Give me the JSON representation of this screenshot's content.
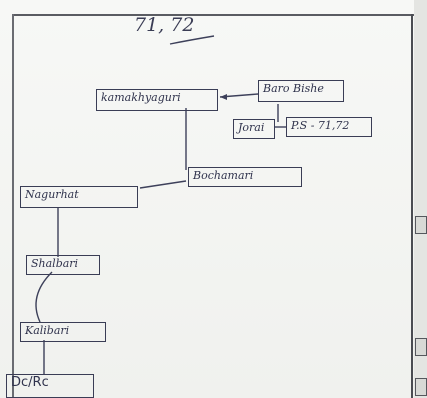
{
  "header": {
    "title": "71, 72"
  },
  "nodes": {
    "baro_bishe": "Baro Bishe",
    "kamakhyaguri": "kamakhyaguri",
    "jorai": "Jorai",
    "ps": "P.S - 71,72",
    "bochamari": "Bochamari",
    "nagurhat": "Nagurhat",
    "shalbari": "Shalbari",
    "kalibari": "Kalibari",
    "dc_rc": "Dc/Rc"
  },
  "colors": {
    "ink": "#3a3d55",
    "paper": "#f3f4f2"
  }
}
